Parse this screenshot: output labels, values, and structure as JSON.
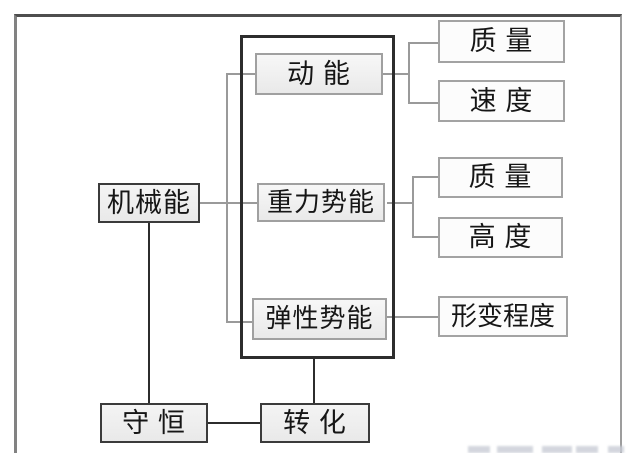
{
  "diagram_title": "mechanical-energy-concept-map",
  "nodes": {
    "root": {
      "label": "机械能"
    },
    "kinetic": {
      "label": "动 能"
    },
    "gravitational": {
      "label": "重力势能"
    },
    "elastic": {
      "label": "弹性势能"
    },
    "mass1": {
      "label": "质 量"
    },
    "velocity": {
      "label": "速 度"
    },
    "mass2": {
      "label": "质 量"
    },
    "height": {
      "label": "高 度"
    },
    "deformation": {
      "label": "形变程度"
    },
    "conservation": {
      "label": "守 恒"
    },
    "transformation": {
      "label": "转 化"
    }
  },
  "edges": [
    "机械能 — 动能 (分支)",
    "机械能 — 重力势能 (分支)",
    "机械能 — 弹性势能 (分支)",
    "动能 — 质量",
    "动能 — 速度",
    "重力势能 — 质量",
    "重力势能 — 高度",
    "弹性势能 — 形变程度",
    "机械能 — 守恒",
    "能量组 — 转化",
    "守恒 — 转化"
  ],
  "colors": {
    "frame_border": "#4e4e4e",
    "group_box_border": "#2d2d2d",
    "inner_box_border": "#a0a0a0",
    "inner_box_fill": "#efefef",
    "strong_box_border": "#3b3b3b",
    "connector_gray": "#9a9a9a",
    "connector_dark": "#2c2c2c",
    "text": "#161616",
    "background": "#ffffff"
  }
}
